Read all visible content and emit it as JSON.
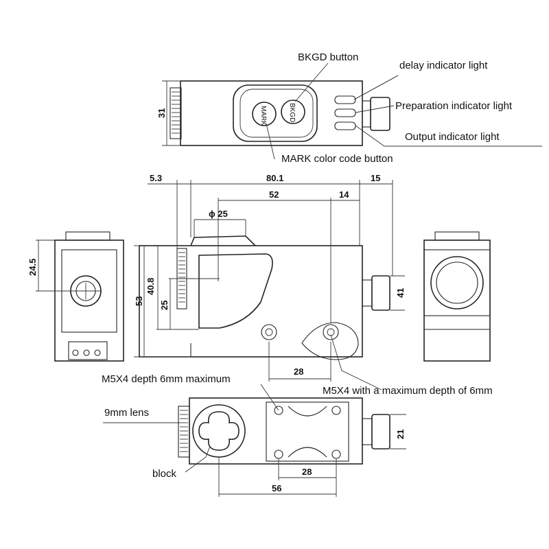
{
  "callouts": {
    "bkgd_button": "BKGD button",
    "delay_light": "delay indicator light",
    "preparation_light": "Preparation indicator light",
    "output_light": "Output indicator light",
    "mark_button": "MARK color code button",
    "m5_depth": "M5X4 depth 6mm maximum",
    "m5_max_depth": "M5X4 with a maximum depth of 6mm",
    "lens": "9mm lens",
    "block": "block"
  },
  "buttons": {
    "mark": "MARK",
    "bkgd": "BKGD"
  },
  "dimensions": {
    "top_height": "31",
    "d_5_3": "5.3",
    "d_80_1": "80.1",
    "d_15": "15",
    "d_52": "52",
    "d_14": "14",
    "d_phi25": "ϕ 25",
    "d_53": "53",
    "d_40_8": "40.8",
    "d_25": "25",
    "d_41": "41",
    "d_28_side": "28",
    "d_24_5": "24.5",
    "d_21": "21",
    "d_28_bottom": "28",
    "d_56": "56"
  }
}
